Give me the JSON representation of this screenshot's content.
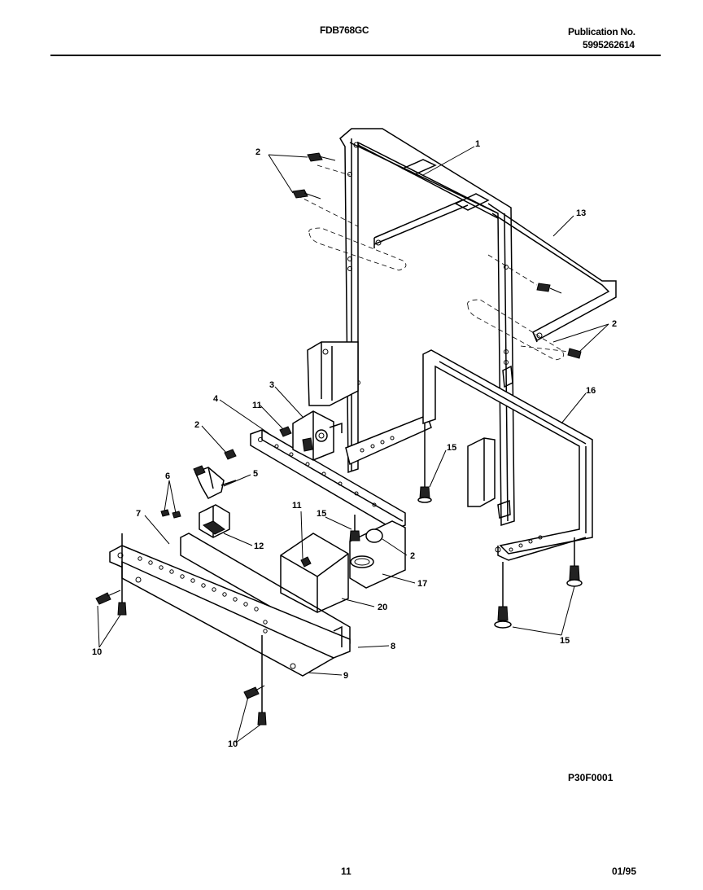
{
  "header": {
    "model": "FDB768GC",
    "publication_label": "Publication No.",
    "publication_number": "5995262614"
  },
  "callouts": {
    "c1": "1",
    "c2": "2",
    "c3": "3",
    "c4": "4",
    "c5": "5",
    "c6": "6",
    "c7": "7",
    "c8": "8",
    "c9": "9",
    "c10": "10",
    "c11": "11",
    "c12": "12",
    "c13": "13",
    "c15": "15",
    "c16": "16",
    "c17": "17",
    "c20": "20"
  },
  "footer": {
    "figure_code": "P30F0001",
    "page_number": "11",
    "date": "01/95"
  }
}
